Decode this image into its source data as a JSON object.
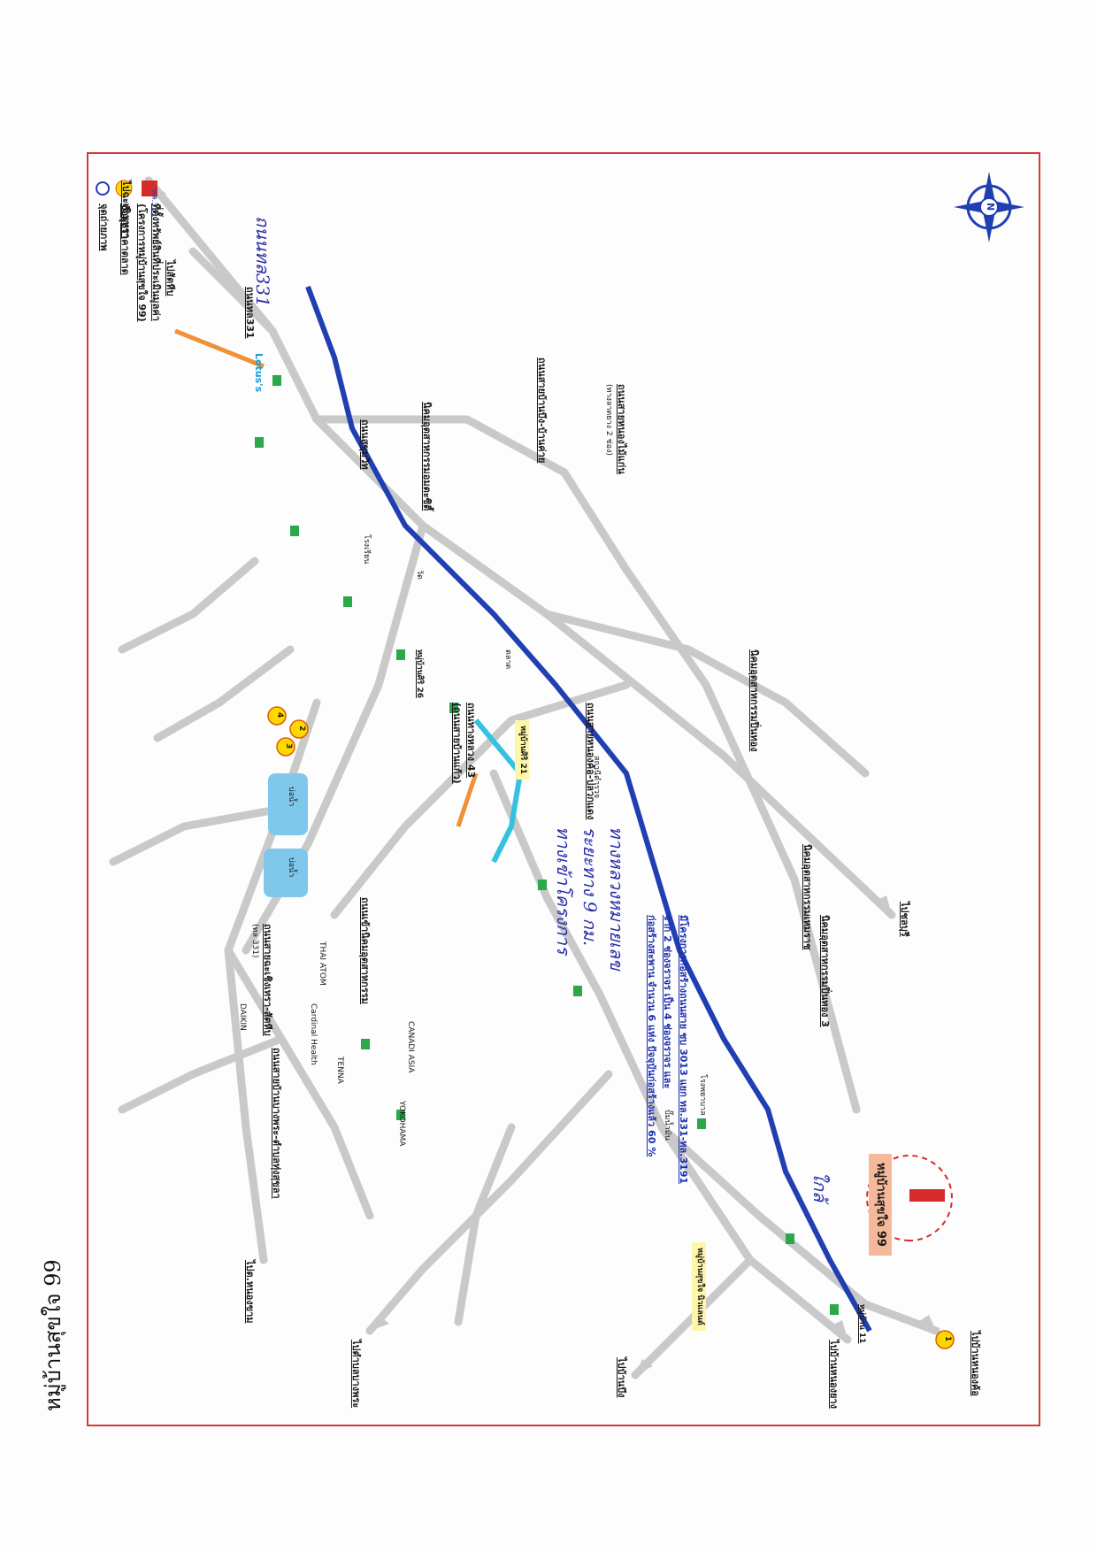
{
  "title": "หมู่บ้านสุขใจ 99",
  "map": {
    "directions": {
      "to_chachoengsao": "ไปฉะเชิงเทรา",
      "to_chonburi": "ไปชลบุรี",
      "to_sattahip": "ไปสัตหีบ",
      "to_nongkho": "ไปบ้านหนองค้อ",
      "to_bangphra": "ไปตำบลบางพระ",
      "to_nongkham": "ไปต.หนองขาม",
      "to_bueng": "ไปบ้านบึง",
      "to_nongyai": "ไปบ้านหนองยาง"
    },
    "roads": {
      "sukhumvit": "ถนนสุขุมวิท",
      "rd331": "ถนนทล331",
      "rd331_hand": "ถนนทล331",
      "nongkho_pluakdaeng": "ถนนสายหนองค้อ-ปลวกแดง",
      "nongmaikaen": "ถนนสายหนองไม้แก่น",
      "nongmaikaen_sub": "(ทางลาดยาง 2 ช่อง)",
      "rd43": "ถนนทางหลวง 43",
      "rd43_sub": "(ถนนสายบ้านแก้ว)",
      "bangphra_klang": "ถนนสายบ้านบางพระ-ตำบลทุ่งสุขลา",
      "nongkham_road": "ถนนสายบ้านบึง-บ้านค่าย",
      "route331": "ทล.331",
      "chachoengsao_sattahip": "ถนนสายฉะเชิงเทรา-สัตหีบ",
      "chachoengsao_sattahip_sub": "(ทล 331)",
      "industrial_road": "ถนนเข้านิคมอุตสาหกรรม"
    },
    "places": {
      "lotus": "Lotus's",
      "amata_city": "นิคมอุตสาหกรรมอมตะซิตี้",
      "pinthong_estate": "นิคมอุตสาหกรรมปิ่นทอง",
      "eastern_seaboard": "นิคมอุตสาหกรรมเหมราช",
      "pinthong_3": "นิคมอุตสาหกรรมปิ่นทอง 3",
      "school": "โรงเรียน",
      "temple": "วัด",
      "market": "ตลาด",
      "hospital": "โรงพยาบาล",
      "police": "สถานีตำรวจ",
      "gas": "ปั๊มน้ำมัน",
      "pond1": "บ่อน้ำ",
      "pond2": "บ่อน้ำ",
      "canadi_asia": "CANADI ASIA",
      "yokohama": "YOKOHAMA",
      "thai_atom": "THAI ATOM",
      "tenna": "TENNA",
      "daikin": "DAIKIN",
      "cardinal_health": "Cardinal Health",
      "village_11": "หมู่บ้าน 11",
      "village_21": "หมู่บ้านศิริ 21",
      "village_26": "หมู่บ้านศิริ 26",
      "village_99_target": "หมู่บ้านสุขใจ 99",
      "village_new": "หมู่บ้านสุขใจ นิวแลนด์"
    },
    "notes": {
      "project_info": "มีโครงการก่อสร้างถนนสาย ชบ 3013 แยก ทล.331-ทล.3191",
      "project_info_2": "จาก 2 ช่องจราจร เป็น 4 ช่องจราจร และ",
      "project_info_3": "ก่อสร้างสะพาน จำนวน 6 แห่ง ปัจจุบันก่อสร้างแล้ว 60 %",
      "hand_note_1": "ทางหลวงหมายเลข",
      "hand_note_2": "ระยะทาง 9 กม.",
      "hand_note_3": "ทางเข้าโครงการ",
      "hand_note_4": "ใกล้"
    },
    "markers": {
      "m1": "1",
      "m2": "2",
      "m3": "3",
      "m4": "4"
    }
  },
  "legend": {
    "item1": "ที่ตั้งทรัพย์สินที่ประเมินมูลค่า",
    "item1_sub": "(โครงการหมู่บ้านสุขใจ 99)",
    "item2": "ข้อมูลราคาตลาด",
    "item3": "จุดถ่ายภาพ"
  },
  "compass_label": "N",
  "colors": {
    "main_road": "#1f3fb3",
    "roads": "#c9c9c9",
    "frame": "#d43a3a",
    "subject": "#d62b2b",
    "market_marker": "#ffd800",
    "water": "#7fc8ec",
    "highlight_yellow": "#fff7a8",
    "highlight_pink": "#f6b89a"
  }
}
